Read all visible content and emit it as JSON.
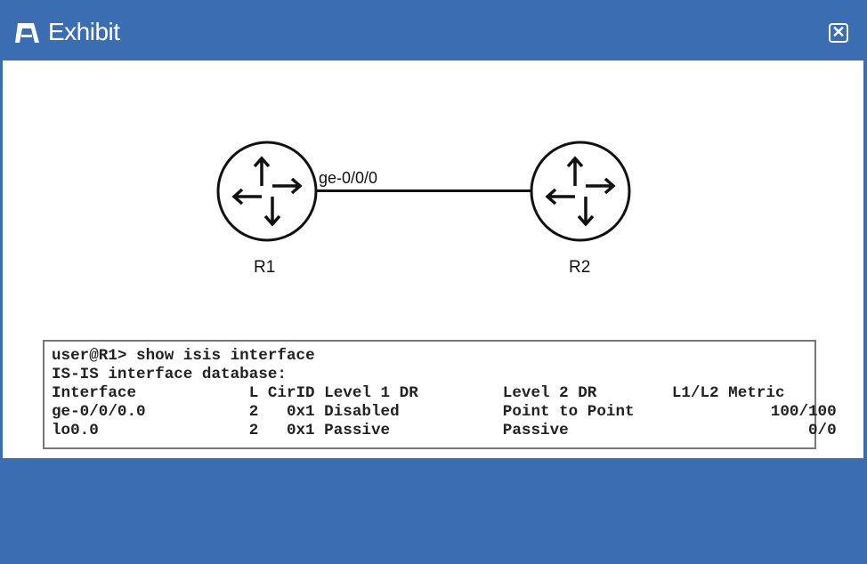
{
  "window": {
    "title": "Exhibit",
    "close_icon": "close-icon",
    "logo_icon": "exhibit-logo-icon",
    "accent": "#3b6db3"
  },
  "diagram": {
    "routers": [
      {
        "label": "R1"
      },
      {
        "label": "R2"
      }
    ],
    "link": {
      "interface_label": "ge-0/0/0"
    }
  },
  "terminal": {
    "command": "user@R1> show isis interface",
    "heading": "IS-IS interface database:",
    "columns": [
      "Interface",
      "L",
      "CirID",
      "Level 1 DR",
      "Level 2 DR",
      "L1/L2 Metric"
    ],
    "rows": [
      [
        "ge-0/0/0.0",
        "2",
        "0x1",
        "Disabled",
        "Point to Point",
        "100/100"
      ],
      [
        "lo0.0",
        "2",
        "0x1",
        "Passive",
        "Passive",
        "0/0"
      ]
    ]
  }
}
